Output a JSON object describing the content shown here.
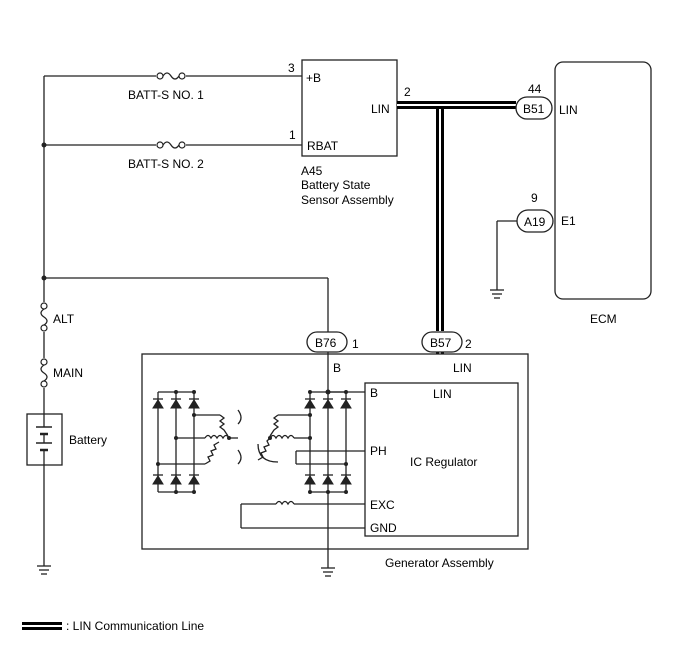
{
  "components": {
    "sensor": {
      "code": "A45",
      "name_line1": "Battery State",
      "name_line2": "Sensor Assembly",
      "pin_plusb": "+B",
      "pin_rbat": "RBAT",
      "pin_lin": "LIN",
      "pin_num_plusb": "3",
      "pin_num_rbat": "1",
      "pin_num_lin": "2"
    },
    "ecm": {
      "name": "ECM",
      "pin_lin": "LIN",
      "pin_e1": "E1",
      "pin_num_lin": "44",
      "pin_num_e1": "9"
    },
    "generator": {
      "name": "Generator Assembly",
      "terminal_b": "B",
      "terminal_lin": "LIN",
      "regulator": {
        "name": "IC Regulator",
        "pin_b": "B",
        "pin_lin": "LIN",
        "pin_ph": "PH",
        "pin_exc": "EXC",
        "pin_gnd": "GND"
      }
    },
    "battery": {
      "name": "Battery"
    }
  },
  "fuses": {
    "batt_s_1": "BATT-S NO. 1",
    "batt_s_2": "BATT-S NO. 2",
    "alt": "ALT",
    "main": "MAIN"
  },
  "connectors": {
    "b51": "B51",
    "a19": "A19",
    "b76": "B76",
    "b76_pin": "1",
    "b57": "B57",
    "b57_pin": "2"
  },
  "legend": {
    "lin_line": ": LIN Communication Line"
  }
}
